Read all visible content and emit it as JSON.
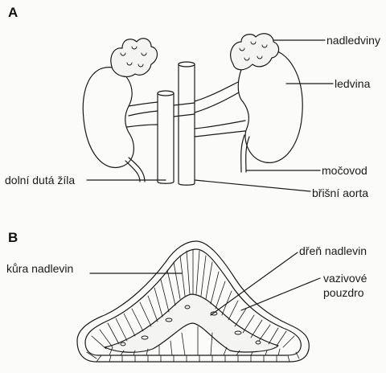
{
  "figure": {
    "panel_a": {
      "letter": "A",
      "labels": {
        "nadledviny": "nadledviny",
        "ledvina": "ledvina",
        "mocovod": "močovod",
        "dolni_duta_zila": "dolní dutá žíla",
        "brisni_aorta": "břišní aorta"
      }
    },
    "panel_b": {
      "letter": "B",
      "labels": {
        "kura_nadlevin": "kůra nadlevin",
        "dren_nadlevin": "dřeň nadlevin",
        "vazivove_line1": "vazivové",
        "vazivove_line2": "pouzdro"
      }
    }
  },
  "colors": {
    "ink": "#1a1a1a",
    "background": "#fbfbfa"
  }
}
